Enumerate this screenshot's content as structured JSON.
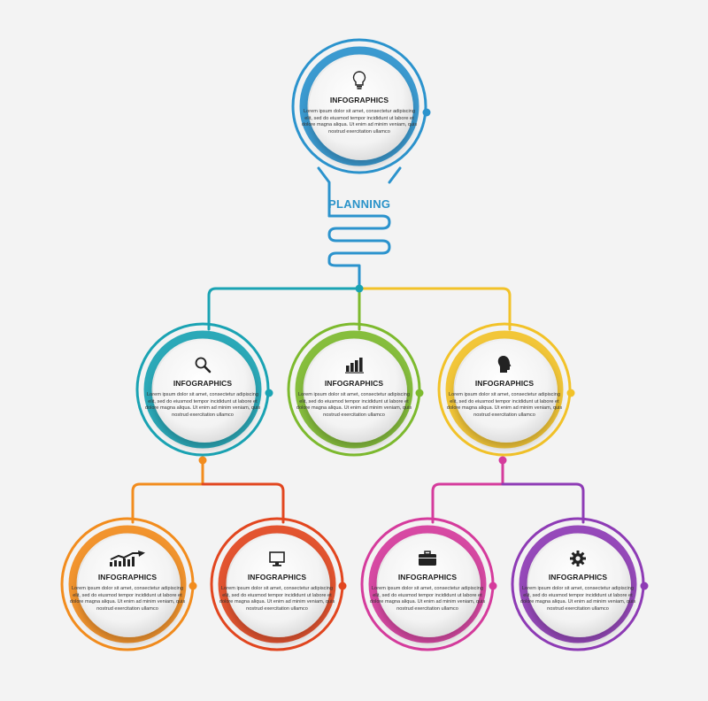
{
  "planning_label": "PLANNING",
  "colors": {
    "blue": "#2b93cd",
    "teal": "#1aa3b3",
    "green": "#7dba2e",
    "yellow": "#f2c228",
    "orange": "#f28c1d",
    "red_orange": "#e2461f",
    "magenta": "#d53b9c",
    "purple": "#8e3bb5"
  },
  "nodes": [
    {
      "id": "top",
      "icon": "lightbulb-icon",
      "title": "INFOGRAPHICS",
      "body": "Lorem ipsum dolor sit amet, consectetur adipiscing elit, sed do eiusmod tempor incididunt ut labore et dolore magna aliqua. Ut enim ad minim veniam, quis nostrud exercitation ullamco"
    },
    {
      "id": "mid-left",
      "icon": "magnifier-icon",
      "title": "INFOGRAPHICS",
      "body": "Lorem ipsum dolor sit amet, consectetur adipiscing elit, sed do eiusmod tempor incididunt ut labore et dolore magna aliqua. Ut enim ad minim veniam, quis nostrud exercitation ullamco"
    },
    {
      "id": "mid-center",
      "icon": "bar-chart-icon",
      "title": "INFOGRAPHICS",
      "body": "Lorem ipsum dolor sit amet, consectetur adipiscing elit, sed do eiusmod tempor incididunt ut labore et dolore magna aliqua. Ut enim ad minim veniam, quis nostrud exercitation ullamco"
    },
    {
      "id": "mid-right",
      "icon": "head-profile-icon",
      "title": "INFOGRAPHICS",
      "body": "Lorem ipsum dolor sit amet, consectetur adipiscing elit, sed do eiusmod tempor incididunt ut labore et dolore magna aliqua. Ut enim ad minim veniam, quis nostrud exercitation ullamco"
    },
    {
      "id": "bot-1",
      "icon": "growth-chart-icon",
      "title": "INFOGRAPHICS",
      "body": "Lorem ipsum dolor sit amet, consectetur adipiscing elit, sed do eiusmod tempor incididunt ut labore et dolore magna aliqua. Ut enim ad minim veniam, quis nostrud exercitation ullamco"
    },
    {
      "id": "bot-2",
      "icon": "computer-icon",
      "title": "INFOGRAPHICS",
      "body": "Lorem ipsum dolor sit amet, consectetur adipiscing elit, sed do eiusmod tempor incididunt ut labore et dolore magna aliqua. Ut enim ad minim veniam, quis nostrud exercitation ullamco"
    },
    {
      "id": "bot-3",
      "icon": "briefcase-icon",
      "title": "INFOGRAPHICS",
      "body": "Lorem ipsum dolor sit amet, consectetur adipiscing elit, sed do eiusmod tempor incididunt ut labore et dolore magna aliqua. Ut enim ad minim veniam, quis nostrud exercitation ullamco"
    },
    {
      "id": "bot-4",
      "icon": "gear-icon",
      "title": "INFOGRAPHICS",
      "body": "Lorem ipsum dolor sit amet, consectetur adipiscing elit, sed do eiusmod tempor incididunt ut labore et dolore magna aliqua. Ut enim ad minim veniam, quis nostrud exercitation ullamco"
    }
  ]
}
